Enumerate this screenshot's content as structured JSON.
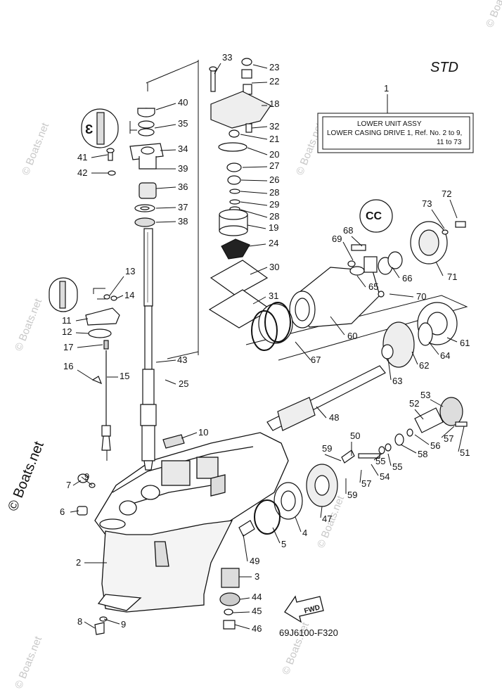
{
  "variant_label": "STD",
  "drawing_code": "69J6100-F320",
  "watermark": "© Boats.net",
  "assy_box": {
    "ref_number": "1",
    "line1": "LOWER UNIT ASSY",
    "line2": "LOWER CASING DRIVE 1,  Ref. No. 2 to 9,",
    "line3": "11 to 73"
  },
  "fwd_label": "FWD",
  "callouts": [
    "1",
    "2",
    "3",
    "4",
    "5",
    "6",
    "7",
    "8",
    "9",
    "10",
    "11",
    "12",
    "13",
    "14",
    "15",
    "16",
    "17",
    "18",
    "19",
    "20",
    "21",
    "22",
    "23",
    "24",
    "25",
    "26",
    "27",
    "28",
    "29",
    "30",
    "31",
    "32",
    "33",
    "34",
    "35",
    "36",
    "37",
    "38",
    "39",
    "40",
    "41",
    "42",
    "43",
    "44",
    "45",
    "46",
    "47",
    "48",
    "49",
    "50",
    "51",
    "52",
    "53",
    "54",
    "55",
    "56",
    "57",
    "58",
    "59",
    "60",
    "61",
    "62",
    "63",
    "64",
    "65",
    "66",
    "67",
    "68",
    "69",
    "70",
    "71",
    "72",
    "73"
  ],
  "duplicate_callouts": [
    "9",
    "28",
    "55",
    "57",
    "59"
  ]
}
